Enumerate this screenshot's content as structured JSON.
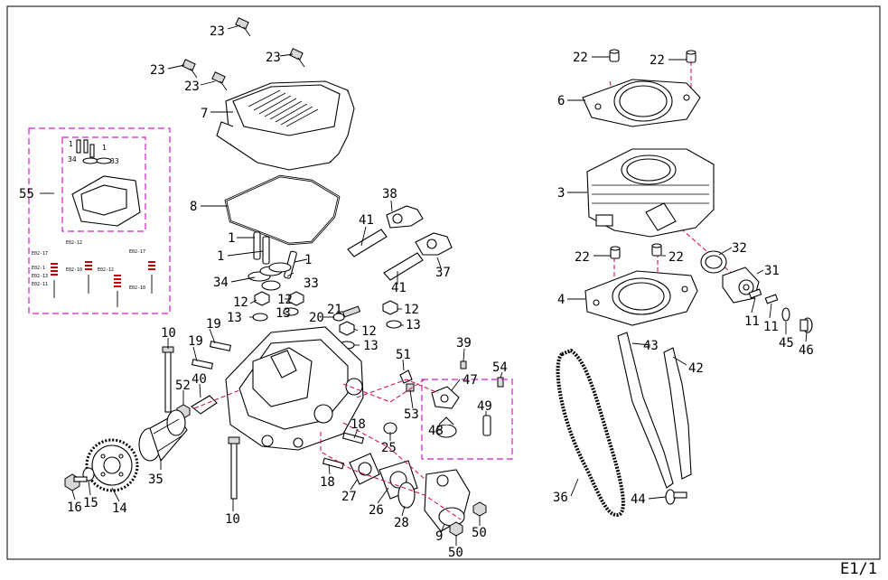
{
  "labels": {
    "l23a": "23",
    "l23b": "23",
    "l23c": "23",
    "l23d": "23",
    "l7": "7",
    "l8": "8",
    "l55": "55",
    "l1a": "1",
    "l1b": "1",
    "l1c": "1",
    "l34": "34",
    "l33": "33",
    "l38": "38",
    "l41a": "41",
    "l41b": "41",
    "l37": "37",
    "l12a": "12",
    "l12b": "12",
    "l12c": "12",
    "l12d": "12",
    "l13a": "13",
    "l13b": "13",
    "l13c": "13",
    "l13d": "13",
    "l20": "20",
    "l21": "21",
    "l10a": "10",
    "l10b": "10",
    "l19a": "19",
    "l19b": "19",
    "l52": "52",
    "l40": "40",
    "l35": "35",
    "l14": "14",
    "l15": "15",
    "l16": "16",
    "l18a": "18",
    "l18b": "18",
    "l27": "27",
    "l26": "26",
    "l28": "28",
    "l9": "9",
    "l50a": "50",
    "l50b": "50",
    "l25": "25",
    "l51": "51",
    "l39": "39",
    "l47": "47",
    "l54": "54",
    "l53": "53",
    "l48": "48",
    "l49": "49",
    "l22a": "22",
    "l22b": "22",
    "l22c": "22",
    "l22d": "22",
    "l6": "6",
    "l3": "3",
    "l4": "4",
    "l32": "32",
    "l31": "31",
    "l11a": "11",
    "l11b": "11",
    "l45": "45",
    "l46": "46",
    "l43": "43",
    "l42": "42",
    "l36": "36",
    "l44": "44"
  },
  "inset_labels": {
    "i1a": "1",
    "i1b": "1",
    "i34": "34",
    "i33": "33",
    "c1": "E02-17",
    "c2": "E02-12",
    "c3": "E02-1",
    "c4": "E02-13",
    "c5": "E02-10",
    "c6": "E02-11"
  },
  "page_ref": "E1/1"
}
